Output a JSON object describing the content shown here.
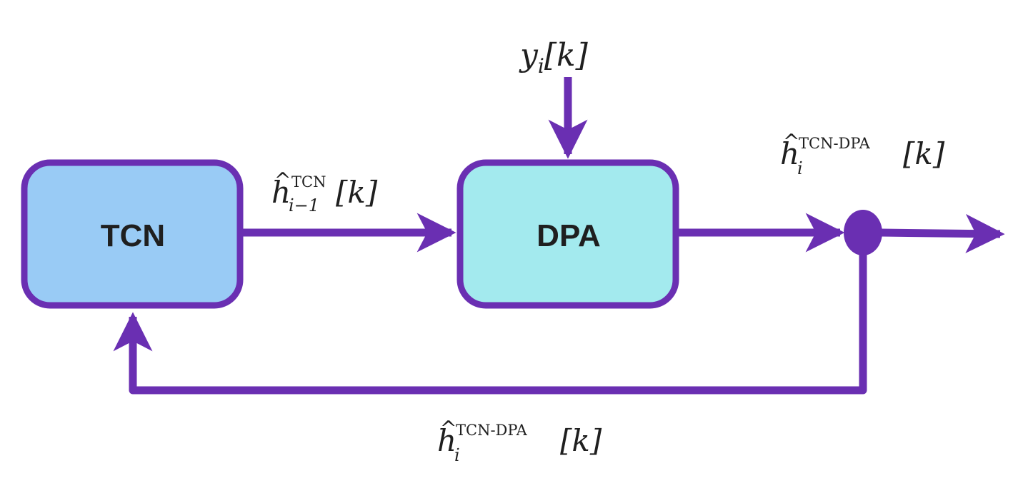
{
  "diagram": {
    "blocks": {
      "tcn": {
        "label": "TCN",
        "fill": "#99cbf5"
      },
      "dpa": {
        "label": "DPA",
        "fill": "#a3eaee"
      }
    },
    "colors": {
      "stroke": "#6a2fb2",
      "text": "#1f1f1f"
    },
    "labels": {
      "input": {
        "base": "y",
        "sub": "i",
        "arg": "[k]"
      },
      "tcn_out": {
        "base": "h",
        "hat": "^",
        "sup": "TCN",
        "sub": "i−1",
        "arg": "[k]"
      },
      "dpa_out": {
        "base": "h",
        "hat": "^",
        "sup": "TCN-DPA",
        "sub": "i",
        "arg": "[k]"
      },
      "feedback": {
        "base": "h",
        "hat": "^",
        "sup": "TCN-DPA",
        "sub": "i",
        "arg": "[k]"
      }
    }
  }
}
